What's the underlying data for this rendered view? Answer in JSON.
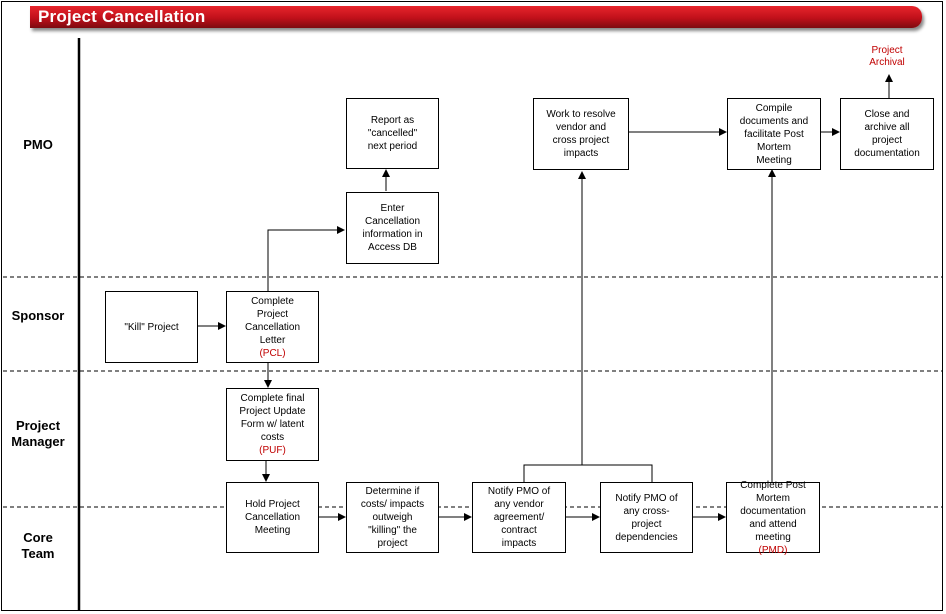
{
  "title": "Project Cancellation",
  "lanes": {
    "pmo": "PMO",
    "sponsor": "Sponsor",
    "pm": "Project\nManager",
    "core": "Core\nTeam"
  },
  "boxes": {
    "kill": "\"Kill\" Project",
    "pcl": "Complete\nProject\nCancellation\nLetter",
    "pcl_code": "(PCL)",
    "puf": "Complete final\nProject Update\nForm w/ latent\ncosts",
    "puf_code": "(PUF)",
    "hold": "Hold Project\nCancellation\nMeeting",
    "determine": "Determine if\ncosts/ impacts\noutweigh\n\"killing\" the\nproject",
    "notify_vendor": "Notify PMO of\nany vendor\nagreement/\ncontract\nimpacts",
    "notify_cross": "Notify PMO of\nany cross-\nproject\ndependencies",
    "post_mortem": "Complete Post\nMortem\ndocumentation\nand attend\nmeeting",
    "post_mortem_code": "(PMD)",
    "enter": "Enter\nCancellation\ninformation in\nAccess DB",
    "report": "Report as\n\"cancelled\"\nnext period",
    "resolve": "Work to resolve\nvendor and\ncross project\nimpacts",
    "compile": "Compile\ndocuments and\nfacilitate Post\nMortem\nMeeting",
    "close": "Close and\narchive all\nproject\ndocumentation"
  },
  "annotation": "Project\nArchival",
  "colors": {
    "title_bar": "#c0101a",
    "code_text": "#c00000"
  }
}
